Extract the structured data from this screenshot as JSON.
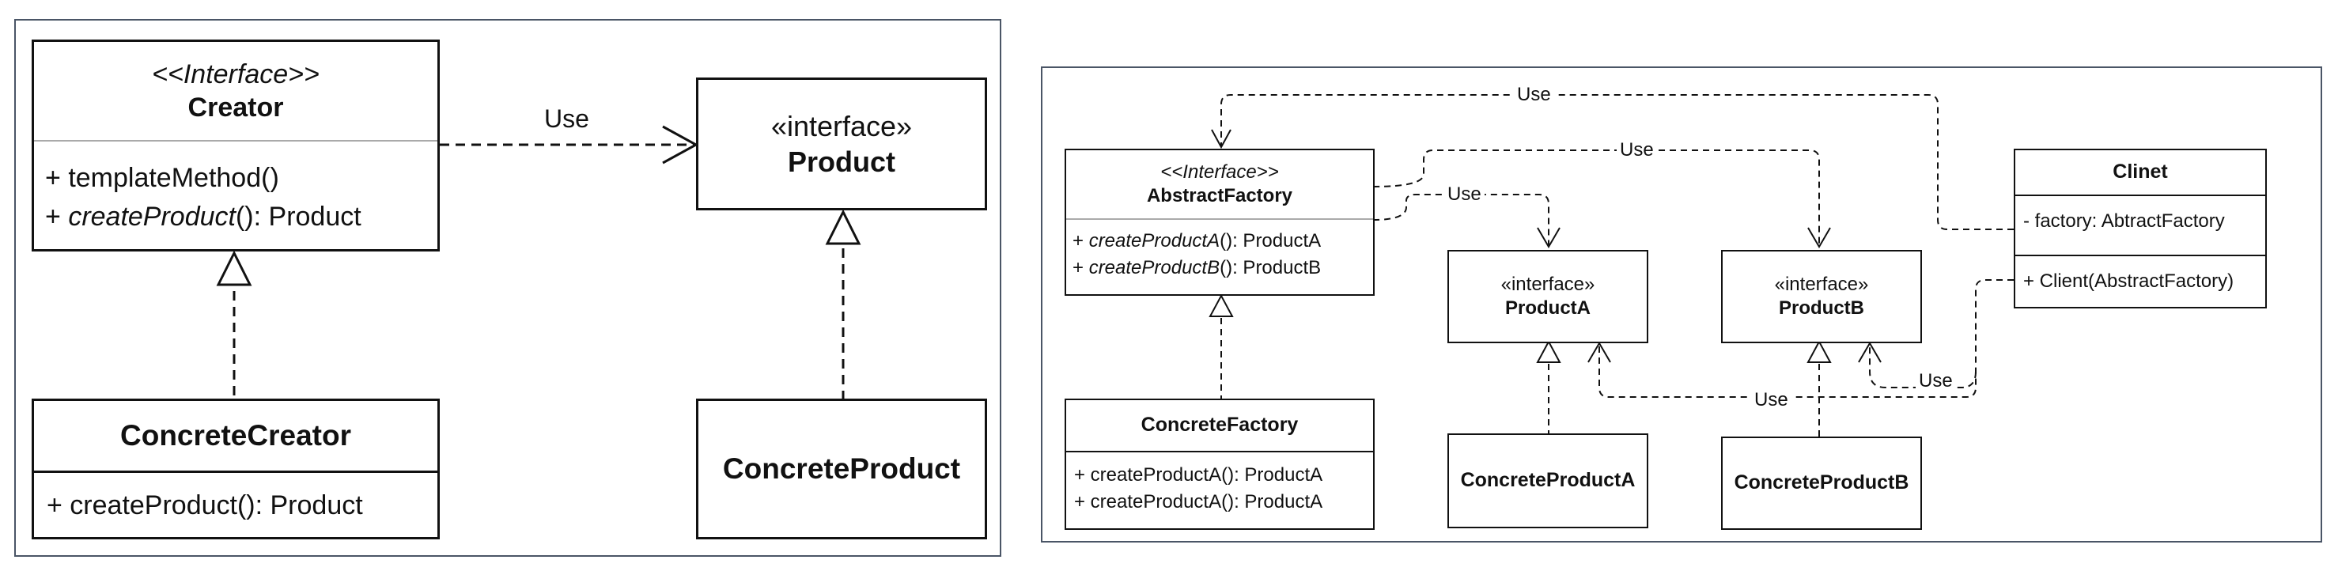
{
  "left": {
    "creator": {
      "stereotype": "<<Interface>>",
      "name": "Creator",
      "ops": [
        {
          "prefix": "+ ",
          "italic": "",
          "rest": "templateMethod()"
        },
        {
          "prefix": "+ ",
          "italic": "createProduct",
          "rest": "(): Product"
        }
      ]
    },
    "product": {
      "stereotype": "«interface»",
      "name": "Product"
    },
    "concrete_creator": {
      "name": "ConcreteCreator",
      "op": "+ createProduct(): Product"
    },
    "concrete_product": {
      "name": "ConcreteProduct"
    },
    "use_label": "Use"
  },
  "right": {
    "abstract_factory": {
      "stereotype": "<<Interface>>",
      "name": "AbstractFactory",
      "ops": [
        {
          "prefix": "+ ",
          "italic": "createProductA",
          "rest": "(): ProductA"
        },
        {
          "prefix": "+ ",
          "italic": "createProductB",
          "rest": "(): ProductB"
        }
      ]
    },
    "concrete_factory": {
      "name": "ConcreteFactory",
      "ops": [
        "+ createProductA(): ProductA",
        "+ createProductA(): ProductA"
      ]
    },
    "product_a": {
      "stereotype": "«interface»",
      "name": "ProductA"
    },
    "product_b": {
      "stereotype": "«interface»",
      "name": "ProductB"
    },
    "concrete_product_a": {
      "name": "ConcreteProductA"
    },
    "concrete_product_b": {
      "name": "ConcreteProductB"
    },
    "client": {
      "name": "Clinet",
      "attr": "- factory: AbtractFactory",
      "op": "+ Client(AbstractFactory)"
    },
    "use_labels": [
      "Use",
      "Use",
      "Use",
      "Use",
      "Use"
    ]
  }
}
